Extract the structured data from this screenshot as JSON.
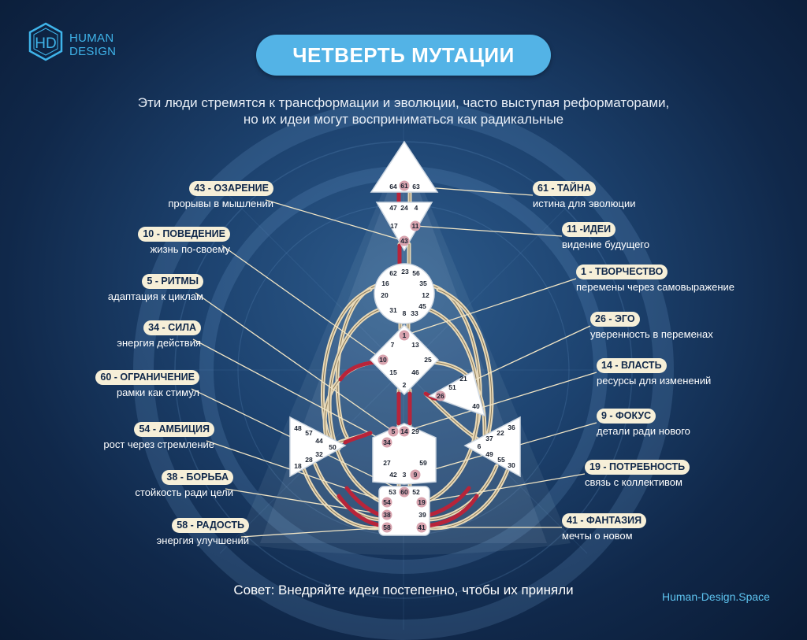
{
  "logo": {
    "mark": "HD",
    "line1": "HUMAN",
    "line2": "DESIGN"
  },
  "title": "ЧЕТВЕРТЬ МУТАЦИИ",
  "subtitle_line1": "Эти люди стремятся к трансформации и эволюции, часто выступая реформаторами,",
  "subtitle_line2": "но их идеи могут восприниматься как радикальные",
  "advice": "Совет: Внедряйте идеи постепенно, чтобы их приняли",
  "site": "Human-Design.Space",
  "colors": {
    "title_bg": "#53b3e6",
    "active_gate": "#d8a3ae",
    "channel": "#b8243a",
    "label_bg": "#f6efd8"
  },
  "labels_left": [
    {
      "title": "43 - ОЗАРЕНИЕ",
      "desc": "прорывы в мышлении",
      "gate": "43"
    },
    {
      "title": "10 - ПОВЕДЕНИЕ",
      "desc": "жизнь по-своему",
      "gate": "10"
    },
    {
      "title": "5 - РИТМЫ",
      "desc": "адаптация к циклам",
      "gate": "5"
    },
    {
      "title": "34 - СИЛА",
      "desc": "энергия действия",
      "gate": "34"
    },
    {
      "title": "60 - ОГРАНИЧЕНИЕ",
      "desc": "рамки как стимул",
      "gate": "60"
    },
    {
      "title": "54 - АМБИЦИЯ",
      "desc": "рост через стремление",
      "gate": "54"
    },
    {
      "title": "38 - БОРЬБА",
      "desc": "стойкость ради цели",
      "gate": "38"
    },
    {
      "title": "58 - РАДОСТЬ",
      "desc": "энергия улучшений",
      "gate": "58"
    }
  ],
  "labels_right": [
    {
      "title": "61 - ТАЙНА",
      "desc": "истина для эволюции",
      "gate": "61"
    },
    {
      "title": "11 -ИДЕИ",
      "desc": "видение будущего",
      "gate": "11"
    },
    {
      "title": "1 - ТВОРЧЕСТВО",
      "desc": "перемены через самовыражение",
      "gate": "1"
    },
    {
      "title": "26 - ЭГО",
      "desc": "уверенность в переменах",
      "gate": "26"
    },
    {
      "title": "14 - ВЛАСТЬ",
      "desc": "ресурсы для изменений",
      "gate": "14"
    },
    {
      "title": "9 - ФОКУС",
      "desc": "детали ради нового",
      "gate": "9"
    },
    {
      "title": "19 - ПОТРЕБНОСТЬ",
      "desc": "связь с коллективом",
      "gate": "19"
    },
    {
      "title": "41 - ФАНТАЗИЯ",
      "desc": "мечты о новом",
      "gate": "41"
    }
  ],
  "centers": [
    {
      "name": "head",
      "gates": [
        "64",
        "61",
        "63"
      ]
    },
    {
      "name": "ajna",
      "gates": [
        "47",
        "24",
        "4",
        "17",
        "11",
        "43"
      ]
    },
    {
      "name": "throat",
      "gates": [
        "62",
        "23",
        "56",
        "16",
        "35",
        "20",
        "12",
        "45",
        "31",
        "8",
        "33"
      ]
    },
    {
      "name": "g",
      "gates": [
        "1",
        "7",
        "13",
        "10",
        "25",
        "15",
        "46",
        "2"
      ]
    },
    {
      "name": "ego",
      "gates": [
        "21",
        "51",
        "26",
        "40"
      ]
    },
    {
      "name": "spleen",
      "gates": [
        "48",
        "57",
        "44",
        "50",
        "32",
        "28",
        "18"
      ]
    },
    {
      "name": "sacral",
      "gates": [
        "5",
        "14",
        "29",
        "34",
        "27",
        "59",
        "42",
        "3",
        "9"
      ]
    },
    {
      "name": "solar-plexus",
      "gates": [
        "36",
        "22",
        "37",
        "6",
        "49",
        "55",
        "30"
      ]
    },
    {
      "name": "root",
      "gates": [
        "53",
        "60",
        "52",
        "54",
        "19",
        "38",
        "39",
        "58",
        "41"
      ]
    }
  ],
  "active_gates": [
    "61",
    "43",
    "11",
    "1",
    "10",
    "26",
    "5",
    "14",
    "34",
    "9",
    "60",
    "54",
    "19",
    "38",
    "58",
    "41"
  ]
}
